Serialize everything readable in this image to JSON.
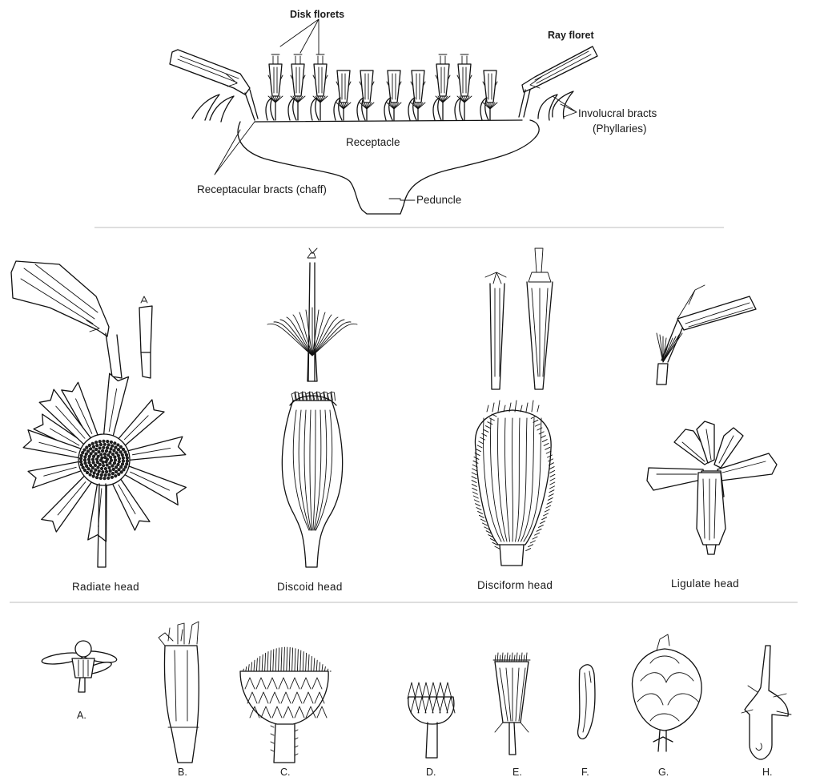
{
  "top_section": {
    "disk_florets": "Disk florets",
    "ray_floret": "Ray floret",
    "involucral_bracts": "Involucral bracts",
    "phyllaries": "(Phyllaries)",
    "receptacle": "Receptacle",
    "receptacular_bracts": "Receptacular bracts (chaff)",
    "peduncle": "Peduncle"
  },
  "head_types": [
    {
      "label": "Radiate head"
    },
    {
      "label": "Discoid head"
    },
    {
      "label": "Disciform head"
    },
    {
      "label": "Ligulate head"
    }
  ],
  "involucre_letters": [
    "A.",
    "B.",
    "C.",
    "D.",
    "E.",
    "F.",
    "G.",
    "H."
  ],
  "colors": {
    "ink": "#111111",
    "rule": "#c9c9c9",
    "background": "#ffffff"
  }
}
